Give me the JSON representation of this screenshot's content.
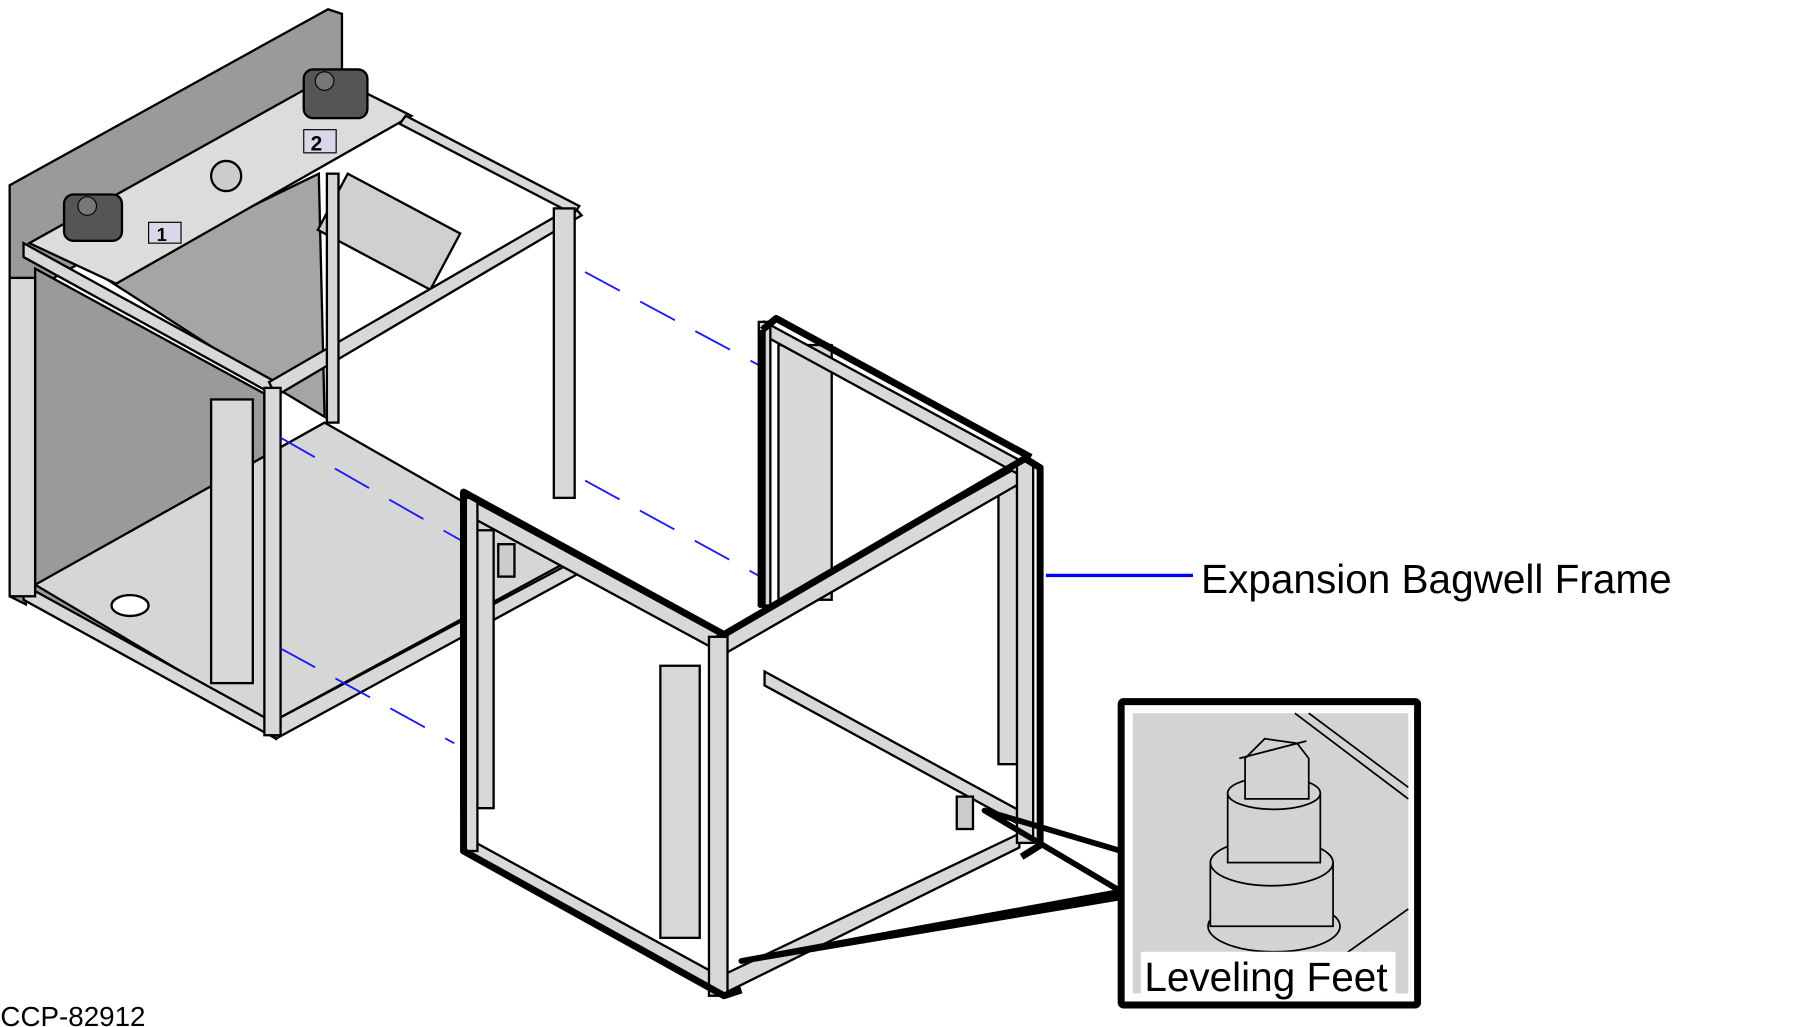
{
  "labels": {
    "expansion_frame": "Expansion Bagwell Frame",
    "leveling_feet": "Leveling Feet",
    "figure_id": "CCP-82912"
  },
  "inset_labels": {
    "bay_1": "1",
    "bay_2": "2"
  },
  "colors": {
    "leader_line": "#0000ff",
    "dashed_alignment": "#1a1aff",
    "panel_dark": "#9a9a9a",
    "metal_light": "#d8d8d8"
  }
}
